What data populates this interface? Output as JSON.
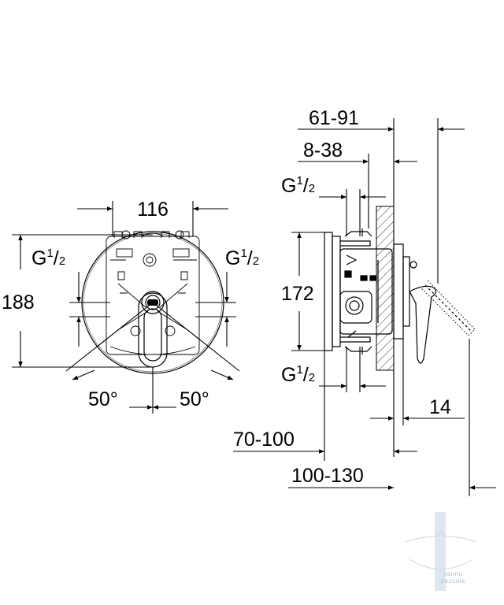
{
  "front_view": {
    "width_label": "116",
    "height_label": "188",
    "left_connection": {
      "g": "G",
      "num": "1",
      "den": "2"
    },
    "right_connection": {
      "g": "G",
      "num": "1",
      "den": "2"
    },
    "angle_left": "50°",
    "angle_right": "50°"
  },
  "side_view": {
    "depth_total": "61-91",
    "depth_front": "8-38",
    "top_connection": {
      "g": "G",
      "num": "1",
      "den": "2"
    },
    "bottom_connection": {
      "g": "G",
      "num": "1",
      "den": "2"
    },
    "height_label": "172",
    "projection": "14",
    "wall_range_1": "70-100",
    "wall_range_2": "100-130"
  },
  "watermark": {
    "line1": "vannu",
    "line2": "pesuole"
  }
}
